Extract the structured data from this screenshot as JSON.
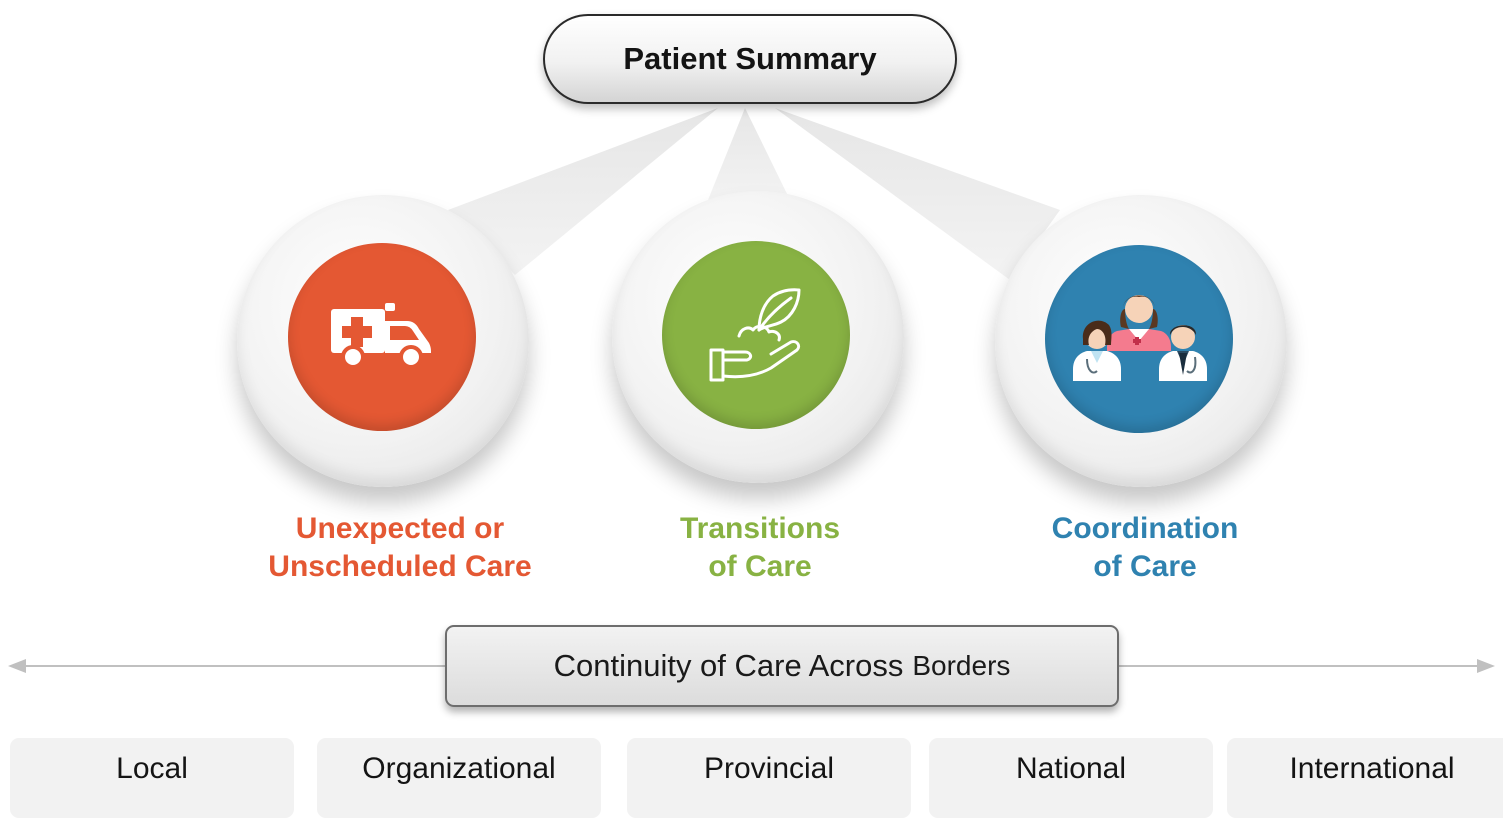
{
  "title": "Patient Summary",
  "pillars": [
    {
      "icon": "ambulance-icon",
      "color": "#e45833",
      "lines": [
        "Unexpected or",
        "Unscheduled Care"
      ]
    },
    {
      "icon": "seedling-in-hand-icon",
      "color": "#88b243",
      "lines": [
        "Transitions",
        "of Care"
      ]
    },
    {
      "icon": "care-team-icon",
      "color": "#2f82b0",
      "lines": [
        "Coordination",
        "of Care"
      ]
    }
  ],
  "banner": {
    "main": "Continuity of Care Across",
    "tail": "Borders"
  },
  "borders": [
    "Local",
    "Organizational",
    "Provincial",
    "National",
    "International"
  ]
}
